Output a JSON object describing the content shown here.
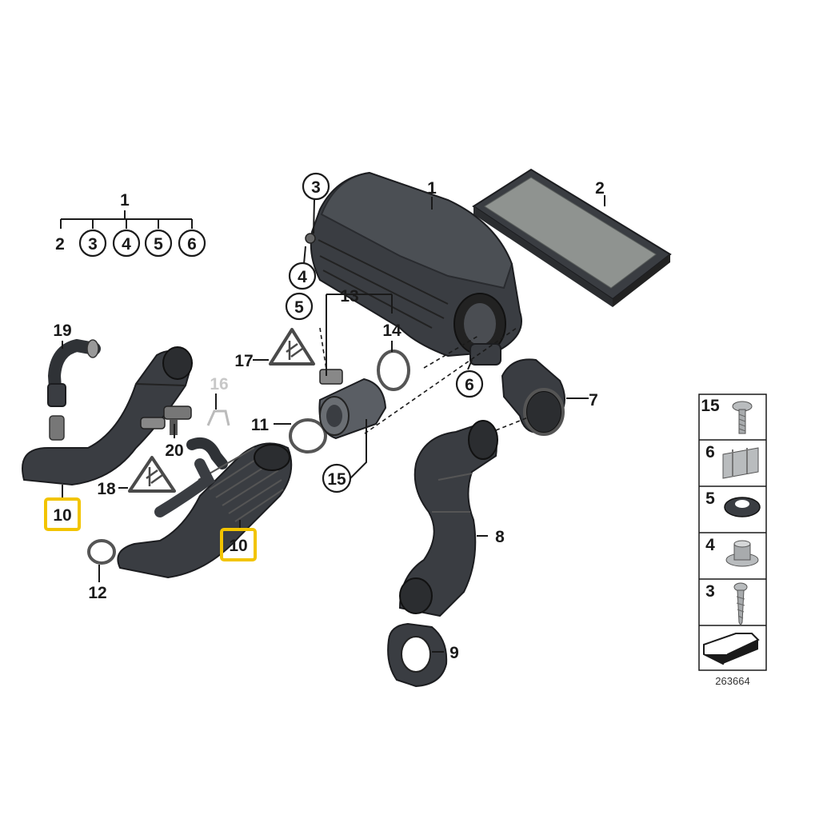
{
  "labels": {
    "l1": "1",
    "l2": "2",
    "l3": "3",
    "l4": "4",
    "l5": "5",
    "l6": "6",
    "l7": "7",
    "l8": "8",
    "l9": "9",
    "l10a": "10",
    "l10b": "10",
    "l11": "11",
    "l12": "12",
    "l13": "13",
    "l14": "14",
    "l15": "15",
    "l16": "16",
    "l17": "17",
    "l18": "18",
    "l19": "19",
    "l20": "20"
  },
  "tree": {
    "root": "1",
    "children": [
      "2",
      "3",
      "4",
      "5",
      "6"
    ]
  },
  "legend": {
    "items": [
      "15",
      "6",
      "5",
      "4",
      "3"
    ]
  },
  "catalog_number": "263664",
  "colors": {
    "highlight": "#f2c400",
    "part_dark": "#3a3d42",
    "filter_mesh": "#8f9390",
    "faded_label": "#c8c8c8"
  }
}
